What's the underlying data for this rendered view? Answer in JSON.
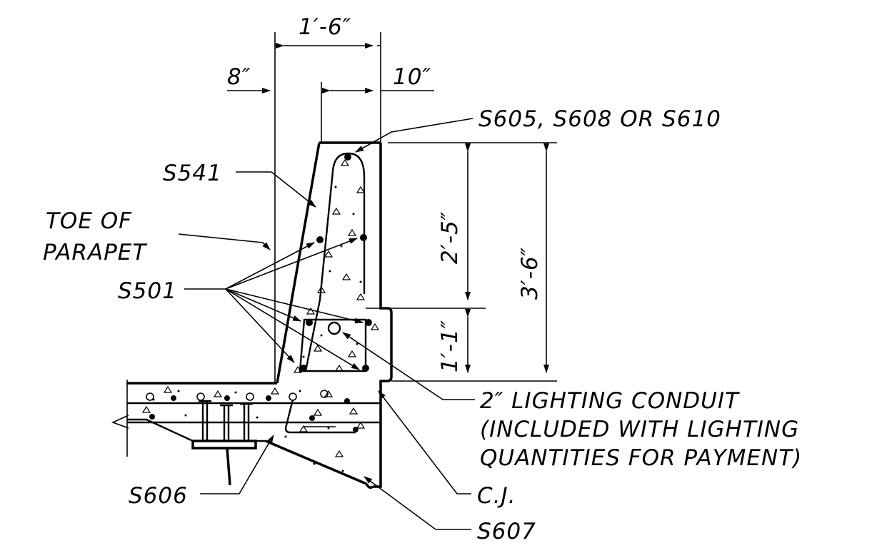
{
  "dimensions": {
    "top_width": "1′-6″",
    "left_offset": "8″",
    "top_inner": "10″",
    "upper_height": "2′-5″",
    "lower_height": "1′-1″",
    "total_height": "3′-6″"
  },
  "labels": {
    "top_bars": "S605, S608 OR S610",
    "face_bar": "S541",
    "toe_line1": "TOE OF",
    "toe_line2": "PARAPET",
    "longitudinal": "S501",
    "conduit_line1": "2″ LIGHTING CONDUIT",
    "conduit_line2": "(INCLUDED WITH LIGHTING",
    "conduit_line3": "QUANTITIES FOR PAYMENT)",
    "deck_left": "S606",
    "joint": "C.J.",
    "deck_right": "S607"
  }
}
